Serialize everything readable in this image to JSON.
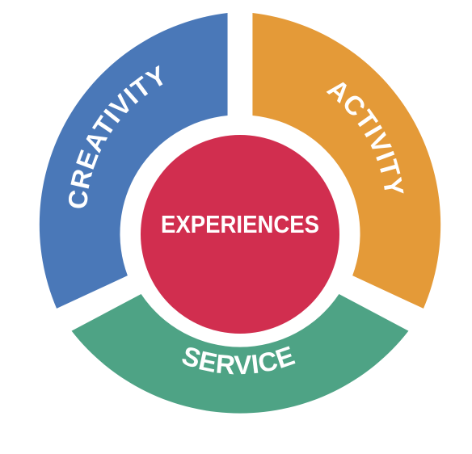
{
  "diagram": {
    "center": {
      "label": "EXPERIENCES",
      "color": "#d12e4f"
    },
    "segments": [
      {
        "id": "creativity",
        "label": "CREATIVITY",
        "color": "#4a78b8"
      },
      {
        "id": "activity",
        "label": "ACTIVITY",
        "color": "#e49a38"
      },
      {
        "id": "service",
        "label": "SERVICE",
        "color": "#4ea385"
      }
    ],
    "gap_color": "#ffffff"
  }
}
